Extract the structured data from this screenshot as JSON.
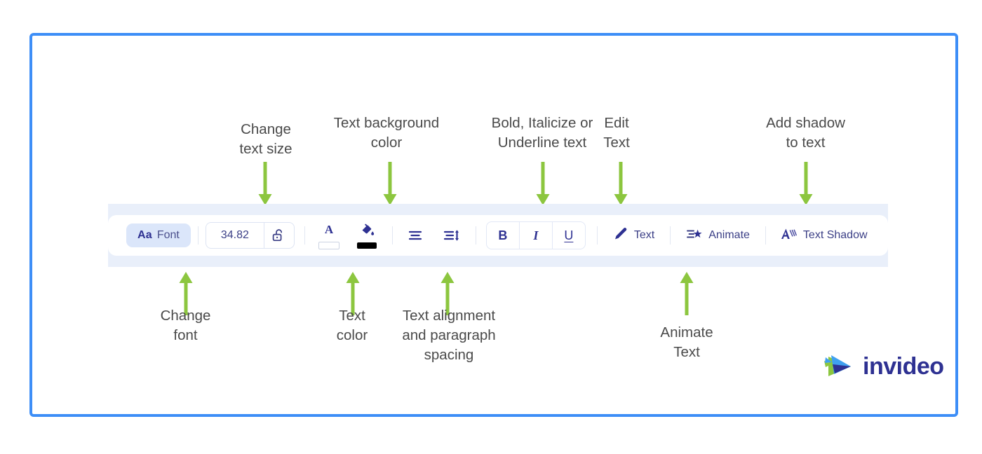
{
  "frame": {
    "border_color": "#3d8ef7"
  },
  "toolbar": {
    "band_color": "#e9effa",
    "panel_color": "#ffffff",
    "font_button": {
      "prefix": "Aa",
      "label": "Font",
      "icon": "font-aa-icon"
    },
    "size_field": {
      "value": "34.82",
      "lock_icon": "unlock-icon"
    },
    "text_color": {
      "icon": "letter-a-icon",
      "swatch": "#ffffff"
    },
    "background_color": {
      "icon": "paint-bucket-icon",
      "swatch": "#000000"
    },
    "align": {
      "icon": "align-left-icon"
    },
    "line_spacing": {
      "icon": "line-spacing-icon"
    },
    "bold": {
      "label": "B",
      "icon": "bold-icon"
    },
    "italic": {
      "label": "I",
      "icon": "italic-icon"
    },
    "underline": {
      "label": "U",
      "icon": "underline-icon"
    },
    "edit_text": {
      "label": "Text",
      "icon": "pencil-icon"
    },
    "animate": {
      "label": "Animate",
      "icon": "animate-star-icon"
    },
    "text_shadow": {
      "label": "Text Shadow",
      "icon": "text-shadow-icon"
    }
  },
  "annotations": {
    "arrow_color": "#8cc63f",
    "top": [
      {
        "name": "change-text-size",
        "text": "Change\ntext size"
      },
      {
        "name": "text-background-color",
        "text": "Text background\ncolor"
      },
      {
        "name": "bold-italic-underline",
        "text": "Bold, Italicize or\nUnderline text"
      },
      {
        "name": "edit-text",
        "text": "Edit\nText"
      },
      {
        "name": "add-shadow",
        "text": "Add shadow\nto text"
      }
    ],
    "bottom": [
      {
        "name": "change-font",
        "text": "Change\nfont"
      },
      {
        "name": "text-color",
        "text": "Text\ncolor"
      },
      {
        "name": "text-alignment",
        "text": "Text alignment\nand paragraph\nspacing"
      },
      {
        "name": "animate-text",
        "text": "Animate\nText"
      }
    ]
  },
  "logo": {
    "text": "invideo",
    "colors": {
      "blue": "#3fa0f0",
      "green": "#8cc63f",
      "navy": "#2e3192"
    }
  }
}
